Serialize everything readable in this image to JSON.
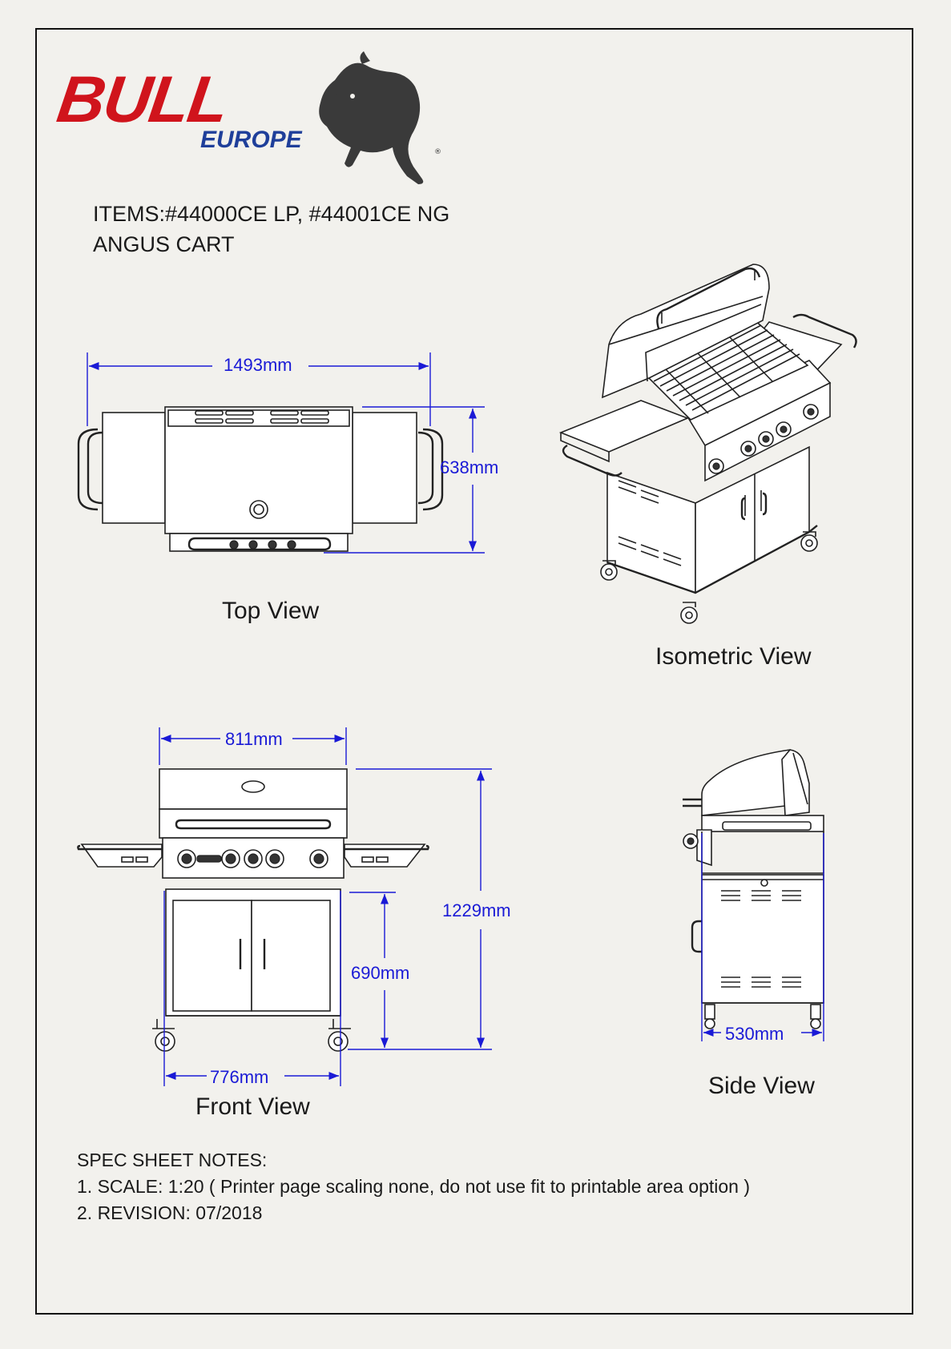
{
  "logo": {
    "brand": "BULL",
    "sub": "EUROPE",
    "colors": {
      "brand": "#d0141c",
      "sub": "#1f3f9a"
    }
  },
  "header": {
    "items_line": "ITEMS:#44000CE LP, #44001CE NG",
    "product_line": "ANGUS CART"
  },
  "views": {
    "top": "Top View",
    "isometric": "Isometric View",
    "front": "Front View",
    "side": "Side View"
  },
  "dimensions": {
    "top_width": {
      "value": "1493",
      "unit": "mm"
    },
    "top_depth": {
      "value": "638",
      "unit": "mm"
    },
    "front_width": {
      "value": "811",
      "unit": "mm"
    },
    "front_height": {
      "value": "1229",
      "unit": "mm"
    },
    "front_counter_height": {
      "value": "690",
      "unit": "mm"
    },
    "front_base_width": {
      "value": "776",
      "unit": "mm"
    },
    "side_depth": {
      "value": "530",
      "unit": "mm"
    }
  },
  "notes": {
    "title": "SPEC SHEET NOTES:",
    "lines": [
      "1. SCALE: 1:20 (  Printer page scaling none, do not use fit to printable area option )",
      "2. REVISION: 07/2018"
    ]
  }
}
